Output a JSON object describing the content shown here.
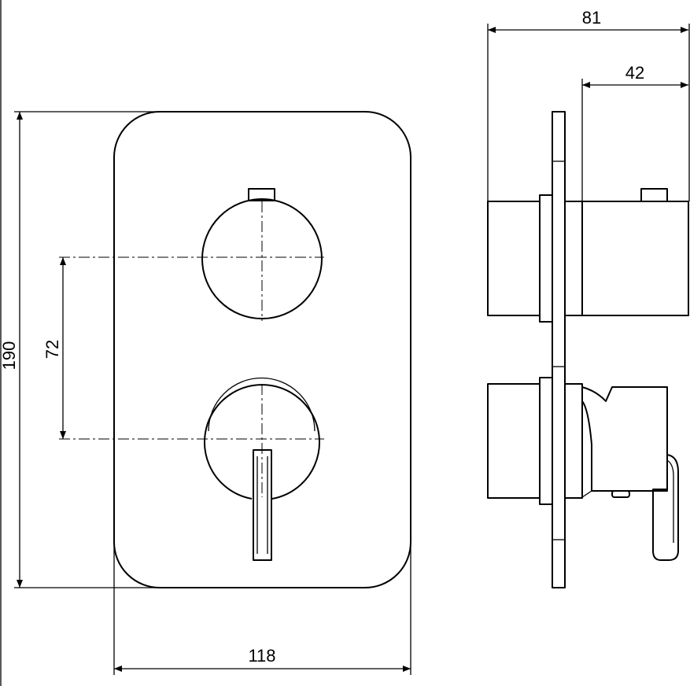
{
  "drawing": {
    "dimensions": {
      "height_total": "190",
      "handle_spacing": "72",
      "width_front": "118",
      "depth_total": "81",
      "depth_protrusion": "42"
    },
    "views": [
      "front-view",
      "side-view"
    ]
  }
}
